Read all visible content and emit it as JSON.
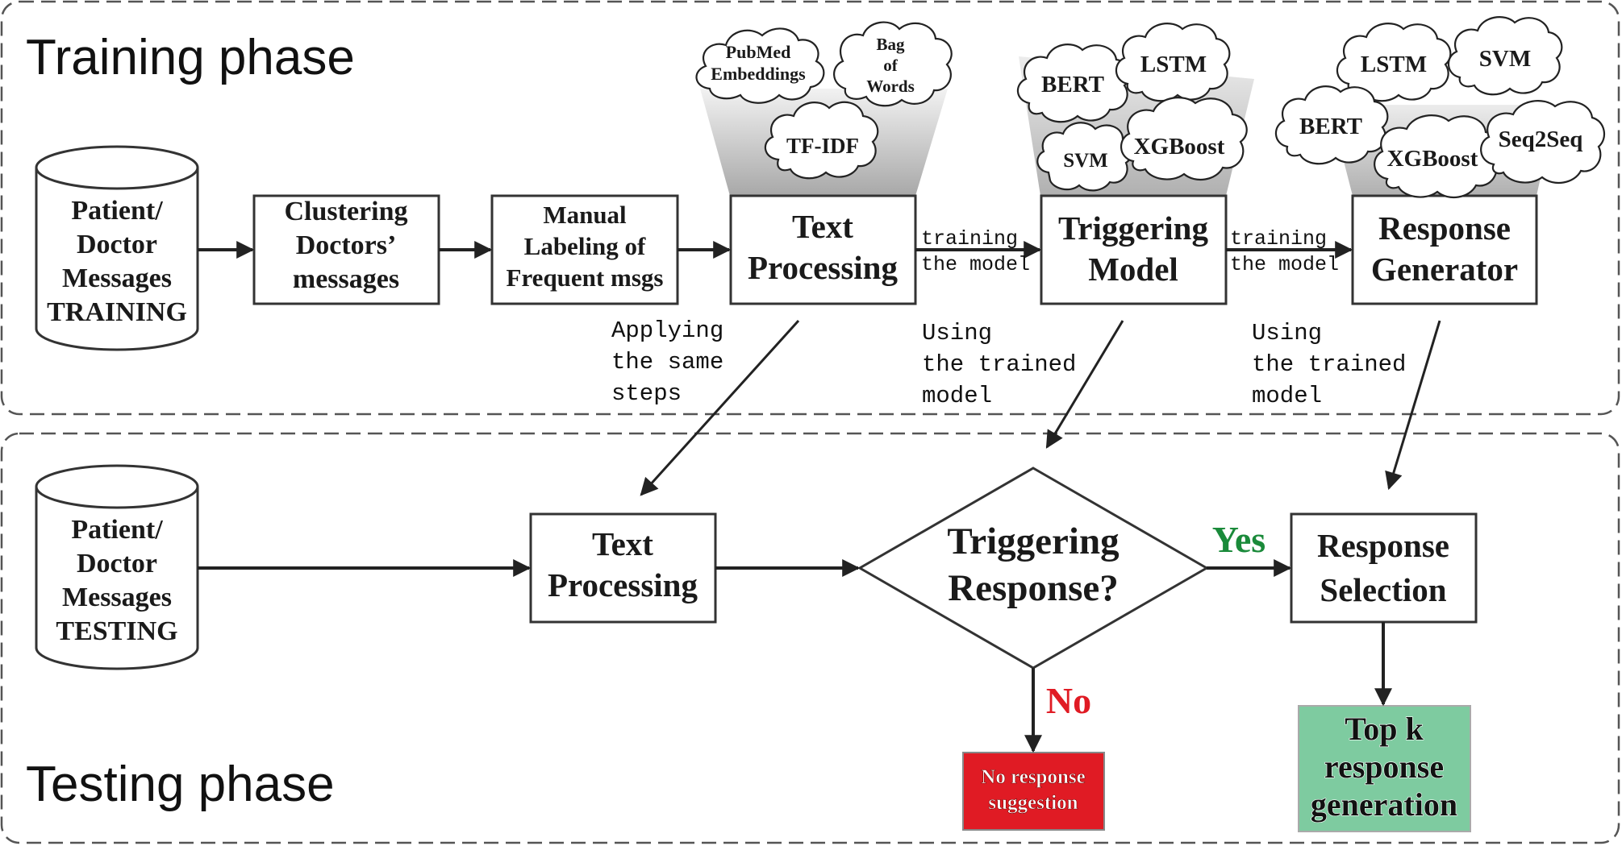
{
  "training_phase": {
    "label": "Training phase",
    "db_label": [
      "Patient/",
      "Doctor",
      "Messages",
      "TRAINING"
    ],
    "clustering": [
      "Clustering",
      "Doctors’",
      "messages"
    ],
    "manual_labeling": [
      "Manual",
      "Labeling of",
      "Frequent msgs"
    ],
    "text_processing": [
      "Text",
      "Processing"
    ],
    "triggering_model": [
      "Triggering",
      "Model"
    ],
    "response_generator": [
      "Response",
      "Generator"
    ],
    "edge_training_1": [
      "training",
      "the model"
    ],
    "edge_training_2": [
      "training",
      "the model"
    ],
    "text_processing_methods": {
      "pubmed": [
        "PubMed",
        "Embeddings"
      ],
      "bow": [
        "Bag",
        "of",
        "Words"
      ],
      "tfidf": "TF-IDF"
    },
    "triggering_models": {
      "bert": "BERT",
      "lstm": "LSTM",
      "svm": "SVM",
      "xgboost": "XGBoost"
    },
    "generator_models": {
      "lstm": "LSTM",
      "svm": "SVM",
      "bert": "BERT",
      "xgboost": "XGBoost",
      "seq2seq": "Seq2Seq"
    }
  },
  "cross_phase_notes": {
    "applying": [
      "Applying",
      "the same",
      "steps"
    ],
    "using_trained_1": [
      "Using",
      "the trained",
      "model"
    ],
    "using_trained_2": [
      "Using",
      "the trained",
      "model"
    ]
  },
  "testing_phase": {
    "label": "Testing phase",
    "db_label": [
      "Patient/",
      "Doctor",
      "Messages",
      "TESTING"
    ],
    "text_processing": [
      "Text",
      "Processing"
    ],
    "decision": [
      "Triggering",
      "Response?"
    ],
    "yes_label": "Yes",
    "no_label": "No",
    "response_selection": [
      "Response",
      "Selection"
    ],
    "no_response": [
      "No response",
      "suggestion"
    ],
    "top_k": [
      "Top k",
      "response",
      "generation"
    ]
  },
  "colors": {
    "yes": "#1a8a3a",
    "no": "#e01b24",
    "no_response_fill": "#e01b24",
    "top_k_fill": "#7ecba0"
  }
}
